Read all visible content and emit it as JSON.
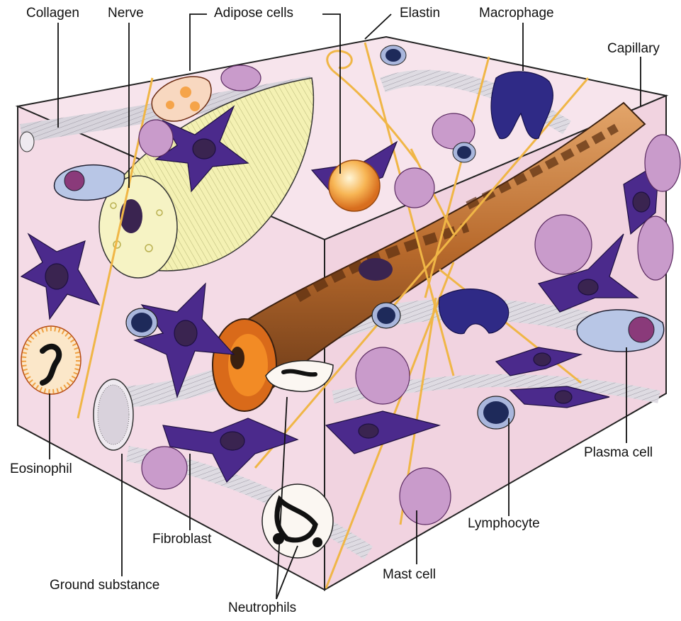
{
  "diagram": {
    "labels": {
      "collagen": "Collagen",
      "nerve": "Nerve",
      "adipose_cells": "Adipose cells",
      "elastin": "Elastin",
      "macrophage": "Macrophage",
      "capillary": "Capillary",
      "eosinophil": "Eosinophil",
      "plasma_cell": "Plasma cell",
      "lymphocyte": "Lymphocyte",
      "fibroblast": "Fibroblast",
      "mast_cell": "Mast cell",
      "ground_substance": "Ground substance",
      "neutrophils": "Neutrophils"
    },
    "colors": {
      "ground_substance": "#f4dbe6",
      "top_face": "#f7e4ec",
      "collagen": "#e8e6ea",
      "fibroblast": "#4b2a8c",
      "elastin": "#f0b646",
      "capillary": "#c97a3c",
      "nerve": "#f4f1b3",
      "adipose": "#f5a44a",
      "mast_cell": "#9a4c96",
      "macrophage": "#2f2a86"
    }
  }
}
